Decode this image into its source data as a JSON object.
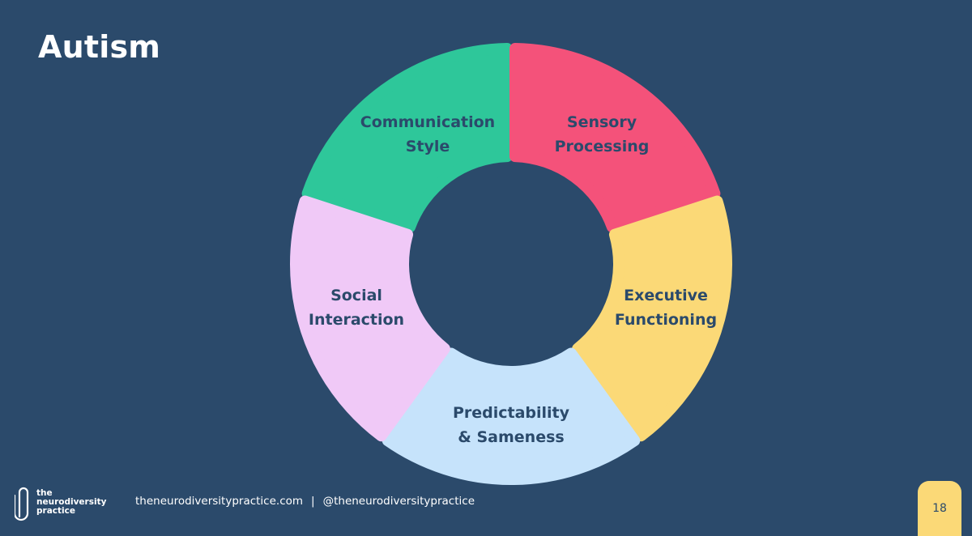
{
  "slide": {
    "title": "Autism",
    "page_number": "18"
  },
  "wheel": {
    "segments": [
      {
        "id": "communication",
        "lines": [
          "Communication",
          "Style"
        ],
        "color": "#2ec79a"
      },
      {
        "id": "sensory",
        "lines": [
          "Sensory",
          "Processing"
        ],
        "color": "#f4527a"
      },
      {
        "id": "executive",
        "lines": [
          "Executive",
          "Functioning"
        ],
        "color": "#fbd977"
      },
      {
        "id": "predictability",
        "lines": [
          "Predictability",
          "& Sameness"
        ],
        "color": "#c6e3fb"
      },
      {
        "id": "social",
        "lines": [
          "Social",
          "Interaction"
        ],
        "color": "#f0c9f7"
      }
    ]
  },
  "footer": {
    "logo_lines": [
      "the",
      "neurodiversity",
      "practice"
    ],
    "website": "theneurodiversitypractice.com",
    "separator": "|",
    "handle": "@theneurodiversitypractice"
  },
  "colors": {
    "background": "#2b4a6b",
    "text_dark": "#2b4a6b",
    "accent_yellow": "#fbd977"
  }
}
